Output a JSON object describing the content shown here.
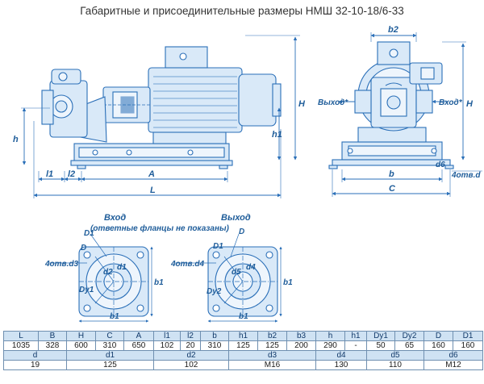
{
  "title": "Габаритные и присоединительные размеры НМШ 32-10-18/6-33",
  "colors": {
    "line": "#2a6fb8",
    "fill": "#d9e9f8",
    "dark": "#1f5d9a"
  },
  "drawing": {
    "side_view": {
      "dims": [
        "H",
        "h",
        "h1",
        "l1",
        "l2",
        "A",
        "L"
      ]
    },
    "front_view": {
      "dims": [
        "b2",
        "H",
        "Выход*",
        "Вход*",
        "4отв.d",
        "b",
        "C",
        "d6"
      ]
    },
    "inlet_flange": {
      "caption_1": "Вход",
      "caption_2": "(ответные фланцы не показаны)",
      "labels": [
        "D1",
        "D",
        "4отв.d3",
        "d2",
        "d1",
        "Dy1",
        "b1",
        "b1"
      ]
    },
    "outlet_flange": {
      "caption_1": "Выход",
      "labels": [
        "D",
        "D1",
        "4отв.d4",
        "d5",
        "d4",
        "Dy2",
        "b1",
        "b1"
      ]
    }
  },
  "table": {
    "row1_headers": [
      "L",
      "B",
      "H",
      "C",
      "A",
      "l1",
      "l2",
      "b",
      "h1",
      "b2",
      "b3",
      "h",
      "h1",
      "Dy1",
      "Dy2",
      "D",
      "D1"
    ],
    "row1_values": [
      "1035",
      "328",
      "600",
      "310",
      "650",
      "102",
      "20",
      "310",
      "125",
      "125",
      "200",
      "290",
      "-",
      "50",
      "65",
      "160",
      "160"
    ],
    "row2_headers": [
      "d",
      "d1",
      "d2",
      "d3",
      "d4",
      "d5",
      "d6"
    ],
    "row2_values": [
      "19",
      "125",
      "102",
      "M16",
      "130",
      "110",
      "M12"
    ]
  }
}
